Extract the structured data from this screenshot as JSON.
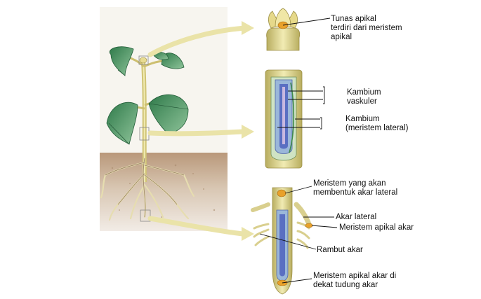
{
  "labels": {
    "apical_bud_1": "Tunas apikal",
    "apical_bud_2": "terdiri dari meristem",
    "apical_bud_3": "apikal",
    "vascular_cambium_1": "Kambium",
    "vascular_cambium_2": "vaskuler",
    "lateral_cambium_1": "Kambium",
    "lateral_cambium_2": "(meristem lateral)",
    "lateral_root_meristem_1": "Meristem yang akan",
    "lateral_root_meristem_2": "membentuk akar lateral",
    "lateral_root": "Akar lateral",
    "root_apical_meristem": "Meristem apikal akar",
    "root_hair": "Rambut akar",
    "root_cap_meristem_1": "Meristem apikal akar di",
    "root_cap_meristem_2": "dekat tudung akar"
  },
  "colors": {
    "soil": "#c9b49a",
    "stem": "#d9cf8e",
    "leaf": "#3f8f5a",
    "cambium_blue": "#5a6fc2",
    "meristem_orange": "#e9a12a",
    "arrow": "#eae3a8"
  }
}
